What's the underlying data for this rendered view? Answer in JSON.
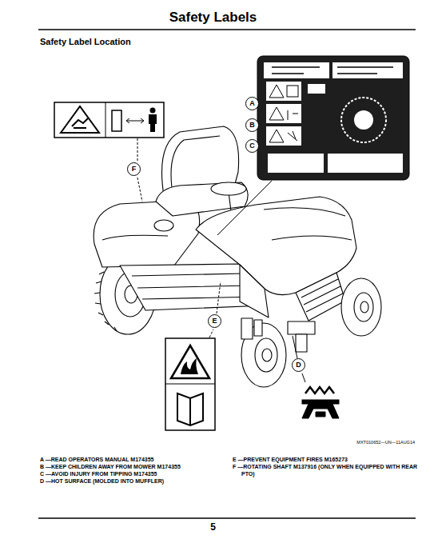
{
  "diagram": {
    "title": "Safety Labels",
    "nodes": [
      {
        "text": [
          "A"
        ]
      },
      {
        "text": [
          "B"
        ]
      },
      {
        "text": [
          "C"
        ]
      },
      {
        "text": [
          "D"
        ]
      },
      {
        "text": [
          "E"
        ]
      },
      {
        "text": [
          "F"
        ]
      }
    ],
    "labels": [
      "Safety Label Location",
      "A —READ OPERATORS MANUAL M174355",
      "B —KEEP CHILDREN AWAY FROM MOWER M174355",
      "C —AVOID INJURY FROM TIPPING M174355",
      "D —HOT SURFACE (MOLDED INTO MUFFLER)",
      "E —PREVENT EQUIPMENT FIRES M165273",
      "F —ROTATING SHAFT M137916 (ONLY WHEN EQUIPPED WITH REAR PTO)",
      "MXT010652—UN—11AUG14",
      "5"
    ]
  }
}
